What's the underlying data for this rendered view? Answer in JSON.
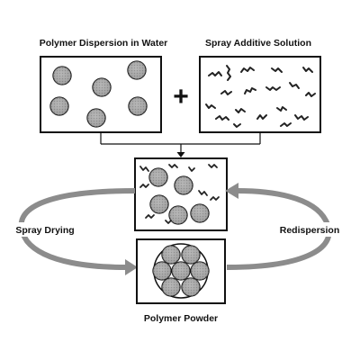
{
  "labels": {
    "dispersion": "Polymer Dispersion in Water",
    "additive": "Spray Additive Solution",
    "plus": "+",
    "spray_drying": "Spray Drying",
    "redispersion": "Redispersion",
    "powder": "Polymer Powder"
  },
  "colors": {
    "particle_fill": "#a9a9a9",
    "arrow_fill": "#8c8c8c",
    "stroke": "#111111"
  }
}
